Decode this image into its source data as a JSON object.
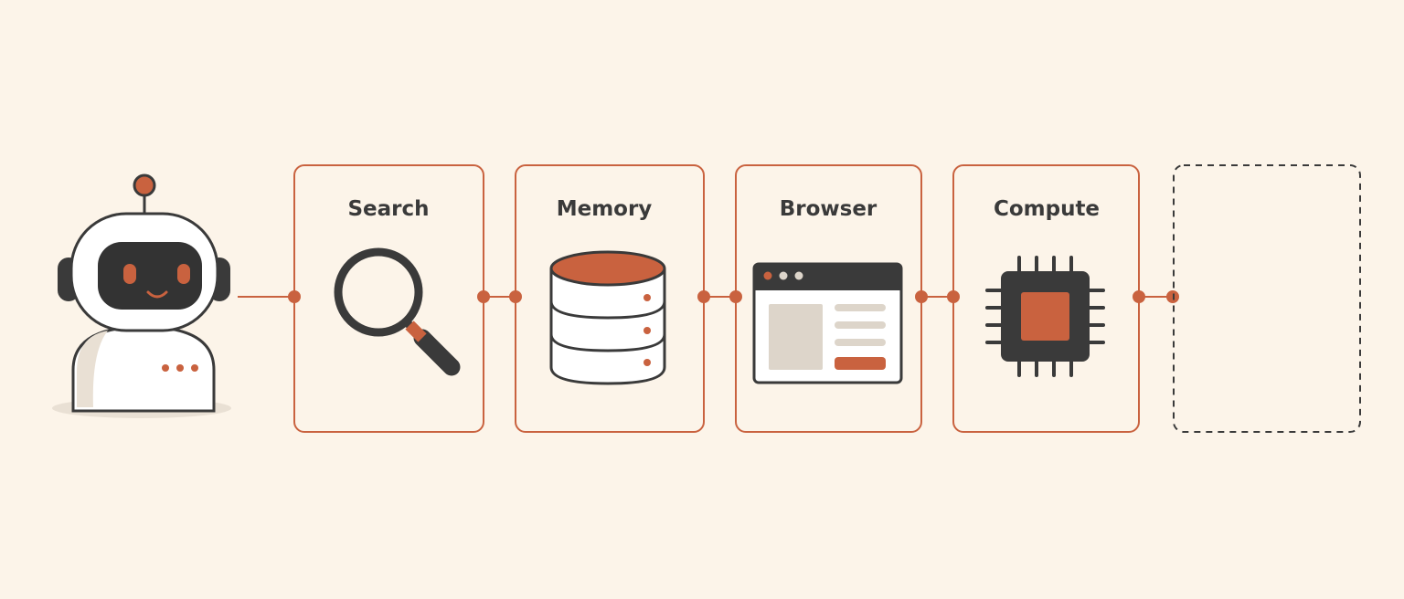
{
  "colors": {
    "background": "#fcf4e9",
    "accent": "#c9623f",
    "ink": "#3a3a3a",
    "robot_body": "#ffffff",
    "robot_shadow": "#e9e0d4",
    "muted": "#ddd5ca",
    "dashed_border": "#3a3a3a"
  },
  "agent": {
    "icon": "robot-icon"
  },
  "tools": [
    {
      "title": "Search",
      "icon": "magnifying-glass-icon"
    },
    {
      "title": "Memory",
      "icon": "database-icon"
    },
    {
      "title": "Browser",
      "icon": "browser-window-icon"
    },
    {
      "title": "Compute",
      "icon": "cpu-chip-icon"
    }
  ],
  "placeholder": {
    "icon": "empty-slot",
    "style": "dashed"
  }
}
